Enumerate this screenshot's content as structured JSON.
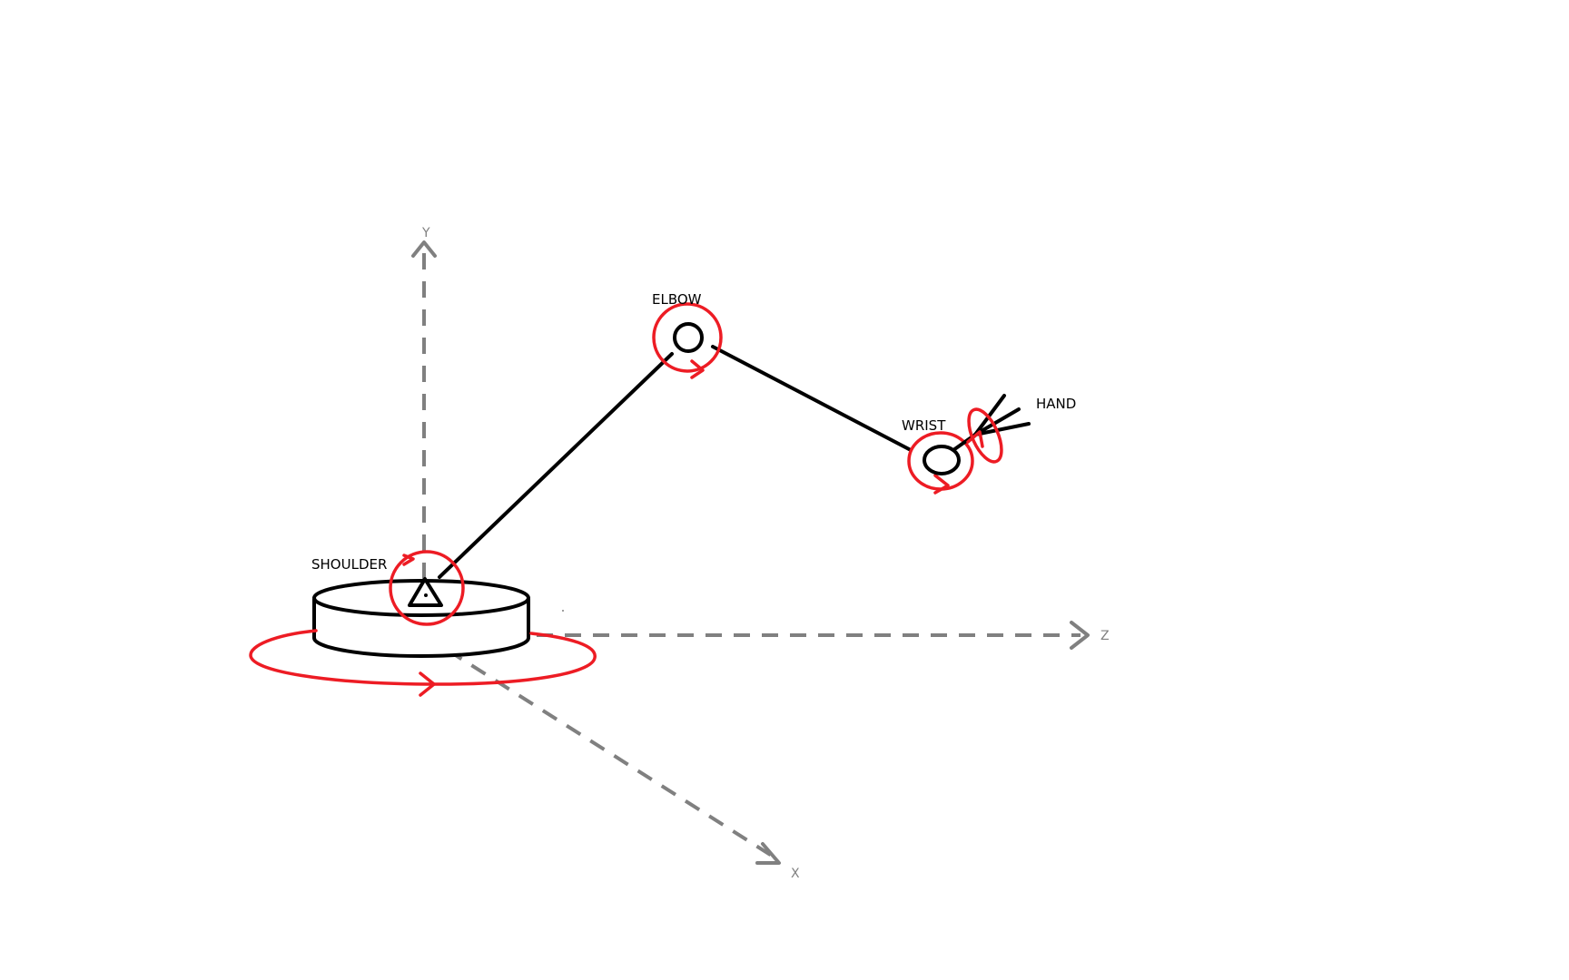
{
  "labels": {
    "axis_y": "Y",
    "axis_z": "Z",
    "axis_x": "X",
    "shoulder": "SHOULDER",
    "elbow": "ELBOW",
    "wrist": "WRIST",
    "hand": "HAND"
  },
  "colors": {
    "axis": "#808080",
    "arm": "#000000",
    "rotation": "#ed1c24",
    "background": "#ffffff"
  }
}
